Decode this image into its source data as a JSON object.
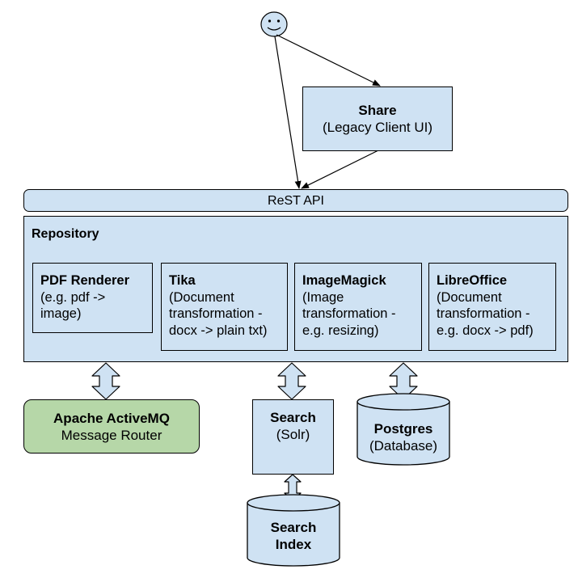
{
  "share": {
    "title": "Share",
    "subtitle": "(Legacy Client UI)"
  },
  "rest_api": {
    "label": "ReST API"
  },
  "repository": {
    "title": "Repository",
    "components": [
      {
        "title": "PDF Renderer",
        "lines": [
          "(e.g. pdf ->",
          "image)"
        ]
      },
      {
        "title": "Tika",
        "lines": [
          "(Document",
          "transformation -",
          "docx -> plain txt)"
        ]
      },
      {
        "title": "ImageMagick",
        "lines": [
          "(Image",
          "transformation -",
          "e.g. resizing)"
        ]
      },
      {
        "title": "LibreOffice",
        "lines": [
          "(Document",
          "transformation -",
          "e.g. docx -> pdf)"
        ]
      }
    ]
  },
  "activemq": {
    "title": "Apache ActiveMQ",
    "subtitle": "Message Router"
  },
  "search": {
    "title": "Search",
    "subtitle": "(Solr)"
  },
  "postgres": {
    "title": "Postgres",
    "subtitle": "(Database)"
  },
  "search_index": {
    "title": "Search",
    "subtitle": "Index"
  },
  "colors": {
    "box_fill": "#cfe2f3",
    "activemq_fill": "#b6d7a8",
    "stroke": "#000000"
  },
  "icons": {
    "user": "smiley-face-icon"
  }
}
